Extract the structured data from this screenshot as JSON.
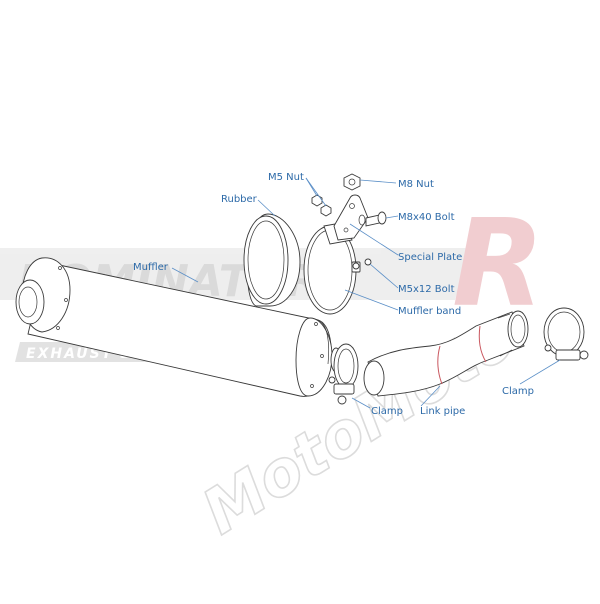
{
  "watermark": {
    "brand": "DOMINATOR",
    "tagline": "EXHAUST SYSTEM",
    "moto": "MotoMoto",
    "accent": "#e9b9bd",
    "gray": "#e4e4e4"
  },
  "colors": {
    "label": "#2d6aa8",
    "leader": "#5b8fc7",
    "line": "#3a3a3a",
    "pipe_highlight": "#c9565e"
  },
  "labels": {
    "m5_nut": "M5 Nut",
    "m8_nut": "M8 Nut",
    "rubber": "Rubber",
    "m8x40_bolt": "M8x40 Bolt",
    "special_plate": "Special Plate",
    "muffler": "Muffler",
    "m5x12_bolt": "M5x12 Bolt",
    "muffler_band": "Muffler band",
    "clamp_left": "Clamp",
    "link_pipe": "Link pipe",
    "clamp_right": "Clamp"
  }
}
